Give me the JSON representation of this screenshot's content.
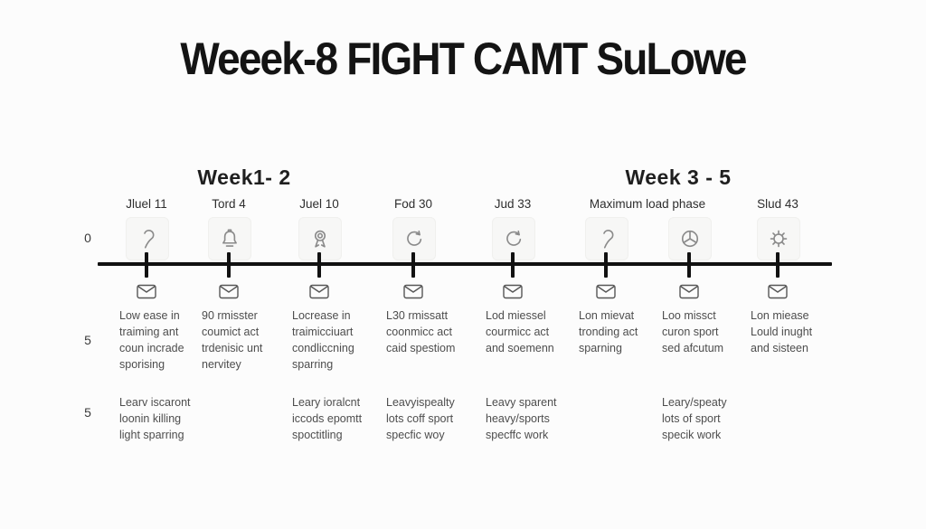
{
  "title": "Weeek-8 FIGHT CAMT SuLowe",
  "week_headers": [
    {
      "label": "Week1- 2"
    },
    {
      "label": "Week 3 - 5"
    }
  ],
  "milestone_labels": [
    {
      "label": "Jluel 11"
    },
    {
      "label": "Tord 4"
    },
    {
      "label": "Juel 10"
    },
    {
      "label": "Fod 30"
    },
    {
      "label": "Jud 33"
    },
    {
      "label": "Maximum load phase"
    },
    {
      "label": "Slud 43"
    }
  ],
  "axis_marks": [
    "0",
    "5",
    "5"
  ],
  "columns": [
    {
      "icon": "hook-icon",
      "note_top": "Low ease in\ntraiming ant\ncoun incrade\nsporising",
      "note_bottom": "Learv iscaront\nloonin killing\nlight sparring"
    },
    {
      "icon": "bell-icon",
      "note_top": "90 rmisster\ncoumict act\ntrdenisic unt\nnervitey",
      "note_bottom": ""
    },
    {
      "icon": "ribbon-icon",
      "note_top": "Locrease in\ntraimicciuart\ncondliccning\nsparring",
      "note_bottom": "Leary ioralcnt\niccods epomtt\nspoctitling"
    },
    {
      "icon": "rotate-icon",
      "note_top": "L30 rmissatt\ncoonmicc act\ncaid spestiom",
      "note_bottom": "Leavyispealty\nlots coff sport\nspecfic woy"
    },
    {
      "icon": "rotate-icon",
      "note_top": "Lod miessel\ncourmicc act\nand soemenn",
      "note_bottom": "Leavy sparent\nheavy/sports\nspecffc work"
    },
    {
      "icon": "hook-icon",
      "note_top": "Lon mievat\ntronding act\nsparning",
      "note_bottom": ""
    },
    {
      "icon": "wheel-icon",
      "note_top": "Loo missct\ncuron sport\nsed afcutum",
      "note_bottom": "Leary/speaty\nlots of sport\nspecik work"
    },
    {
      "icon": "sun-icon",
      "note_top": "Lon miease\nLould inught\nand sisteen",
      "note_bottom": ""
    }
  ],
  "colors": {
    "background": "#fcfcfc",
    "timeline": "#111111",
    "title_text": "#141414",
    "note_text": "#4d4d4d",
    "icon_stroke": "#8a8a8a"
  }
}
